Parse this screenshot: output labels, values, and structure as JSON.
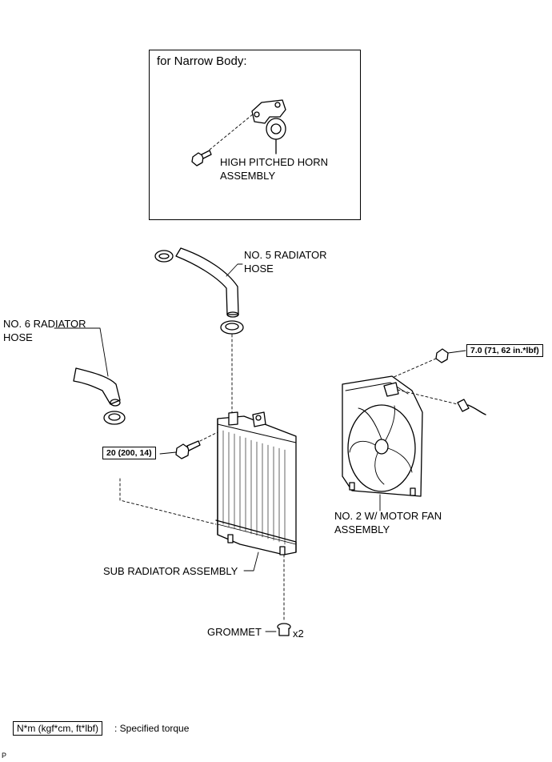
{
  "inset": {
    "title": "for Narrow Body:",
    "horn_label": "HIGH PITCHED HORN\nASSEMBLY"
  },
  "labels": {
    "no5_hose": "NO. 5 RADIATOR\nHOSE",
    "no6_hose": "NO. 6 RADIATOR\nHOSE",
    "fan_assembly": "NO. 2 W/ MOTOR FAN\nASSEMBLY",
    "sub_radiator": "SUB RADIATOR ASSEMBLY",
    "grommet": "GROMMET",
    "grommet_qty": "x2"
  },
  "torques": {
    "fan_bolt": "7.0 (71, 62 in.*lbf)",
    "radiator_bolt": "20 (200, 14)"
  },
  "legend": {
    "unit": "N*m (kgf*cm, ft*lbf)",
    "description": ": Specified torque"
  },
  "page_code": "P"
}
